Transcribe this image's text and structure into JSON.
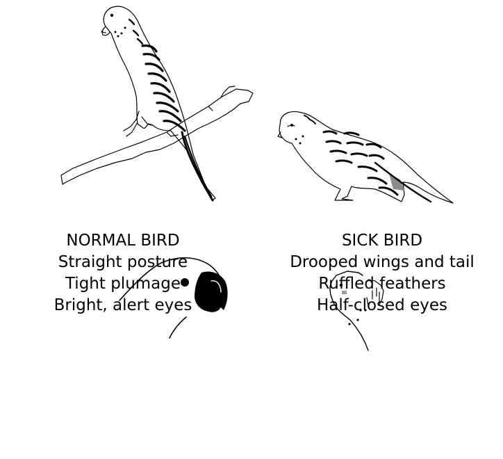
{
  "normal": {
    "heading": "NORMAL BIRD",
    "signs": [
      "Straight posture",
      "Tight plumage",
      "Bright, alert eyes"
    ]
  },
  "sick": {
    "heading": "SICK BIRD",
    "signs": [
      "Drooped wings and tail",
      "Ruffled feathers",
      "Half-closed eyes"
    ]
  }
}
